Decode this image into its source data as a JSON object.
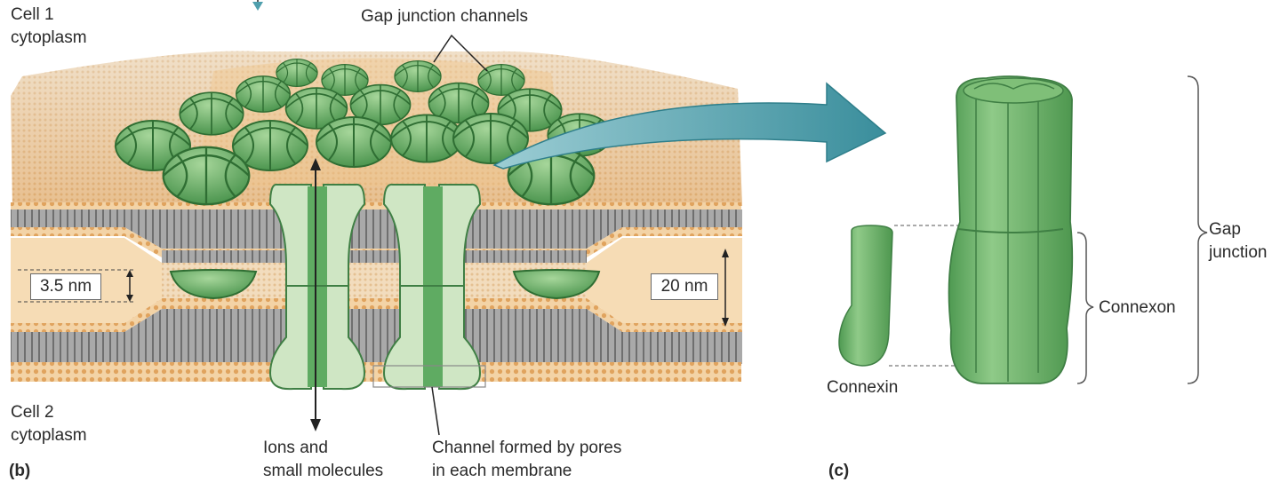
{
  "labels": {
    "cell1_line1": "Cell 1",
    "cell1_line2": "cytoplasm",
    "cell2_line1": "Cell 2",
    "cell2_line2": "cytoplasm",
    "gap_channels": "Gap junction channels",
    "ions_line1": "Ions and",
    "ions_line2": "small molecules",
    "channel_line1": "Channel formed by pores",
    "channel_line2": "in each membrane",
    "dist_small": "3.5 nm",
    "dist_large": "20 nm",
    "panel_b": "(b)",
    "panel_c": "(c)",
    "connexin": "Connexin",
    "connexon": "Connexon",
    "gap_line1": "Gap",
    "gap_line2": "junction"
  },
  "colors": {
    "channel_green": "#5fab62",
    "channel_light": "#cfe6c4",
    "membrane_tan": "#e9c18d",
    "bilayer_gray": "#7d7d7d",
    "arrow_teal": "#4f9fad"
  }
}
